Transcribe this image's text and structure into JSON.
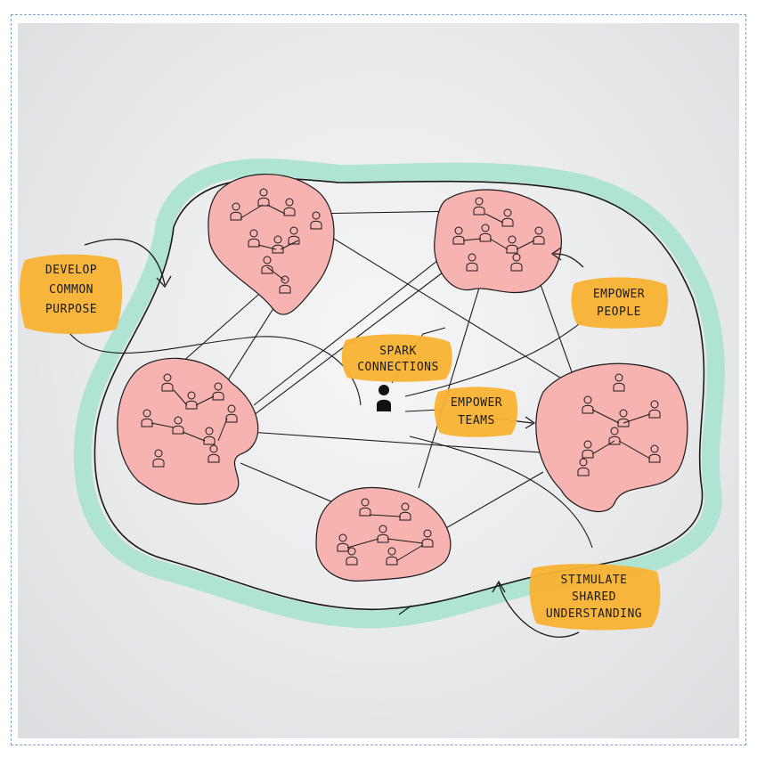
{
  "labels": {
    "develop_common_purpose": [
      "DEVELOP",
      "COMMON",
      "PURPOSE"
    ],
    "spark_connections": [
      "SPARK",
      "CONNECTIONS"
    ],
    "empower_people": [
      "EMPOWER",
      "PEOPLE"
    ],
    "empower_teams": [
      "EMPOWER",
      "TEAMS"
    ],
    "stimulate_shared_understanding": [
      "STIMULATE",
      "SHARED",
      "UNDERSTANDING"
    ]
  },
  "colors": {
    "cluster_fill": "#f6b3b0",
    "boundary_band": "#a9e2cf",
    "label_bg": "#f9b233",
    "ink": "#1a1a1a"
  }
}
